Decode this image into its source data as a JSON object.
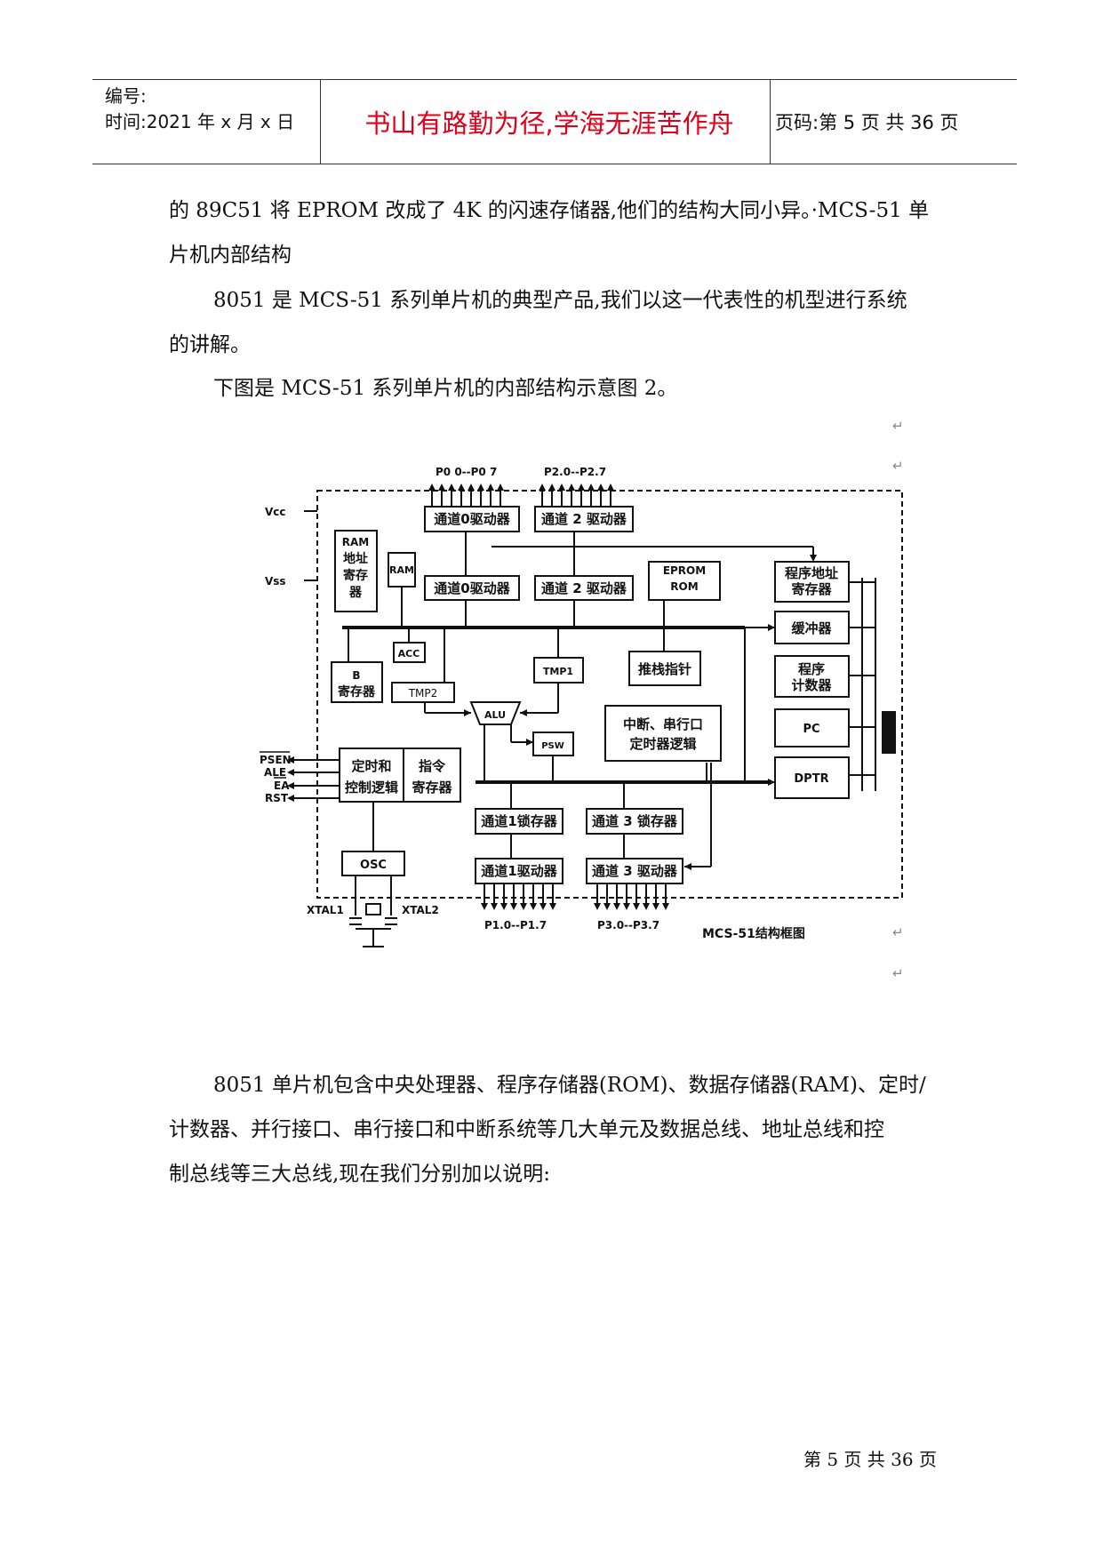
{
  "header": {
    "number_label": "编号:",
    "time_label": "时间:2021 年 x 月 x 日",
    "motto": "书山有路勤为径,学海无涯苦作舟",
    "page_info": "页码:第 5 页 共 36 页"
  },
  "paragraphs": {
    "p1_line1": "的 89C51 将 EPROM 改成了 4K 的闪速存储器,他们的结构大同小异。·MCS-51 单",
    "p1_line2": "片机内部结构",
    "p2_line1": "8051 是 MCS-51 系列单片机的典型产品,我们以这一代表性的机型进行系统",
    "p2_line2": "的讲解。",
    "p3": "下图是 MCS-51 系列单片机的内部结构示意图 2。",
    "p4_line1": "8051 单片机包含中央处理器、程序存储器(ROM)、数据存储器(RAM)、定时/",
    "p4_line2": "计数器、并行接口、串行接口和中断系统等几大单元及数据总线、地址总线和控",
    "p4_line3": "制总线等三大总线,现在我们分别加以说明:"
  },
  "return_mark": "↵",
  "footer": "第 5 页 共 36 页",
  "diagram": {
    "caption": "MCS-51结构框图",
    "pins": {
      "p0": "P0 0--P0 7",
      "p2": "P2.0--P2.7",
      "p1": "P1.0--P1.7",
      "p3": "P3.0--P3.7",
      "vcc": "Vcc",
      "vss": "Vss",
      "psen": "PSEN",
      "ale": "ALE",
      "ea": "EA",
      "rst": "RST",
      "xtal1": "XTAL1",
      "xtal2": "XTAL2"
    },
    "blocks": {
      "ch0_driver_top": "通道0驱动器",
      "ch2_driver_top": "通道 2 驱动器",
      "ch0_latch": "通道0驱动器",
      "ch2_latch": "通道 2 驱动器",
      "eprom_1": "EPROM",
      "eprom_2": "ROM",
      "prog_addr_1": "程序地址",
      "prog_addr_2": "寄存器",
      "buffer": "缓冲器",
      "pc_inc_1": "程序",
      "pc_inc_2": "计数器",
      "pc": "PC",
      "dptr": "DPTR",
      "ram_addr_1": "RAM",
      "ram_addr_2": "地址",
      "ram_addr_3": "寄存",
      "ram_addr_4": "器",
      "ram": "RAM",
      "acc": "ACC",
      "b_1": "B",
      "b_2": "寄存器",
      "tmp2": "TMP2",
      "tmp1": "TMP1",
      "sp": "推栈指针",
      "alu": "ALU",
      "psw": "PSW",
      "int_1": "中断、串行口",
      "int_2": "定时器逻辑",
      "timing_1": "定时和",
      "timing_2": "控制逻辑",
      "ir_1": "指令",
      "ir_2": "寄存器",
      "ch1_latch": "通道1锁存器",
      "ch3_latch": "通道 3 锁存器",
      "ch1_driver": "通道1驱动器",
      "ch3_driver": "通道 3 驱动器",
      "osc": "OSC"
    }
  }
}
